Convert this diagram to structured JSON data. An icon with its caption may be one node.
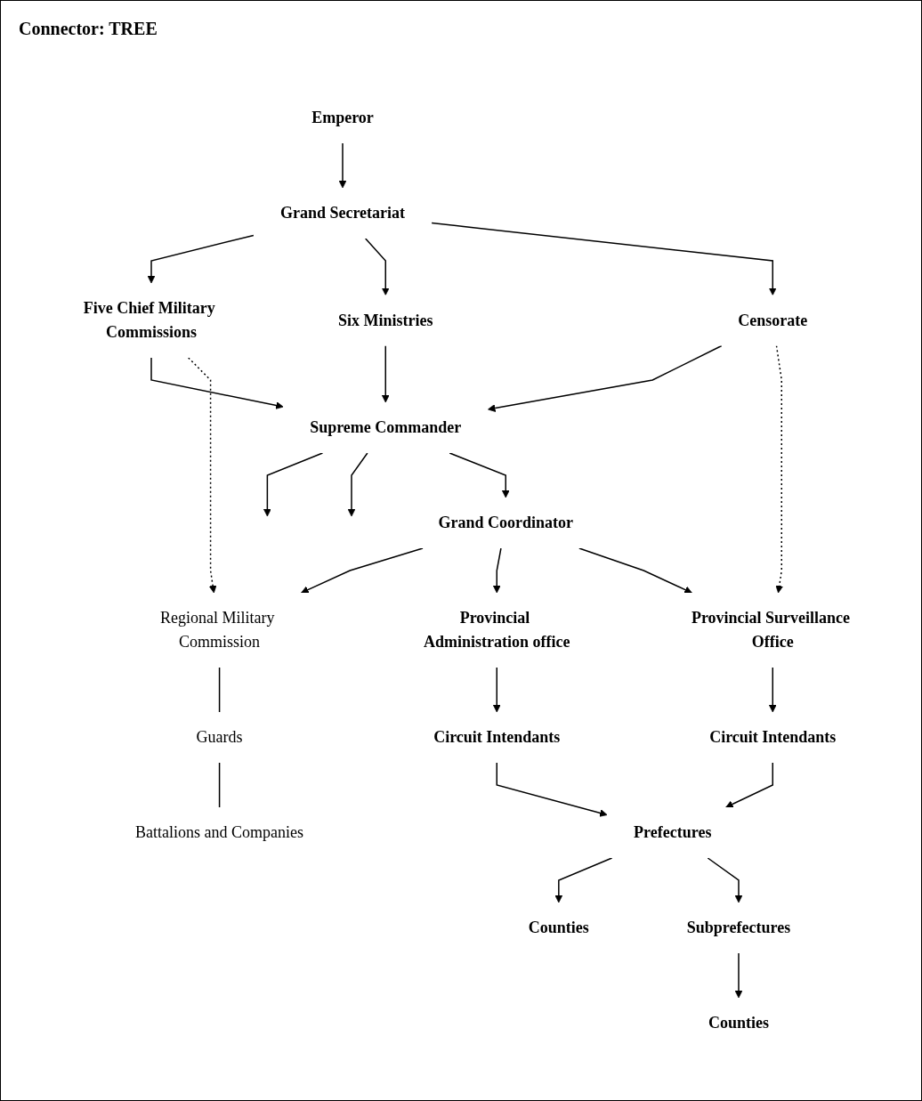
{
  "diagram": {
    "nodes": [
      {
        "text": [
          "Emperor"
        ]
      },
      {
        "text": [
          "Grand Secretariat"
        ]
      },
      {
        "text": [
          "Five Chief Military Commissions"
        ]
      },
      {
        "text": [
          "Six Ministries"
        ]
      },
      {
        "text": [
          "Censorate"
        ]
      },
      {
        "text": [
          "Supreme Commander"
        ]
      },
      {
        "text": [
          "Grand Coordinator"
        ]
      },
      {
        "text": [
          "Regional Military Commission"
        ]
      },
      {
        "text": [
          "Provincial Administration office"
        ]
      },
      {
        "text": [
          "Provincial Surveillance Office"
        ]
      },
      {
        "text": [
          "Circuit Intendants"
        ]
      },
      {
        "text": [
          "Circuit Intendants"
        ]
      },
      {
        "text": [
          "Guards"
        ]
      },
      {
        "text": [
          "Prefectures"
        ]
      },
      {
        "text": [
          "Battalions and Companies"
        ]
      },
      {
        "text": [
          "Subprefectures"
        ]
      },
      {
        "text": [
          "Counties"
        ]
      },
      {
        "text": [
          "Counties"
        ]
      }
    ],
    "edges": [
      {
        "from": 0,
        "to": 1,
        "arrow": "to"
      },
      {
        "from": 1,
        "to": 2,
        "arrow": "to"
      },
      {
        "from": 1,
        "to": 3,
        "arrow": "to"
      },
      {
        "from": 1,
        "to": 4,
        "arrow": "to"
      },
      {
        "from": 2,
        "to": 5,
        "arrow": "to"
      },
      {
        "from": 3,
        "to": 5,
        "arrow": "to"
      },
      {
        "from": 4,
        "to": 5,
        "arrow": "to"
      },
      {
        "from": 5,
        "to": null,
        "arrow": "to"
      },
      {
        "from": 5,
        "to": null,
        "arrow": "to"
      },
      {
        "from": 5,
        "to": 6,
        "arrow": "to"
      },
      {
        "from": 2,
        "to": 7,
        "arrow": "to",
        "style": "dashed"
      },
      {
        "from": 4,
        "to": 9,
        "arrow": "to",
        "style": "dashed"
      },
      {
        "from": 6,
        "to": 7,
        "arrow": "to"
      },
      {
        "from": 6,
        "to": 8,
        "arrow": "to"
      },
      {
        "from": 6,
        "to": 9,
        "arrow": "to"
      },
      {
        "from": 8,
        "to": 10,
        "arrow": "to"
      },
      {
        "from": 9,
        "to": 11,
        "arrow": "to"
      },
      {
        "from": 10,
        "to": 13,
        "arrow": "to"
      },
      {
        "from": 11,
        "to": 13,
        "arrow": "to"
      },
      {
        "from": 7,
        "to": 12,
        "arrow": "none"
      },
      {
        "from": 12,
        "to": 14,
        "arrow": "none"
      },
      {
        "from": 13,
        "to": 16,
        "arrow": "to"
      },
      {
        "from": 13,
        "to": 15,
        "arrow": "to"
      },
      {
        "from": 15,
        "to": 17,
        "arrow": "to"
      }
    ],
    "labels": [
      "Connector: TREE"
    ]
  }
}
